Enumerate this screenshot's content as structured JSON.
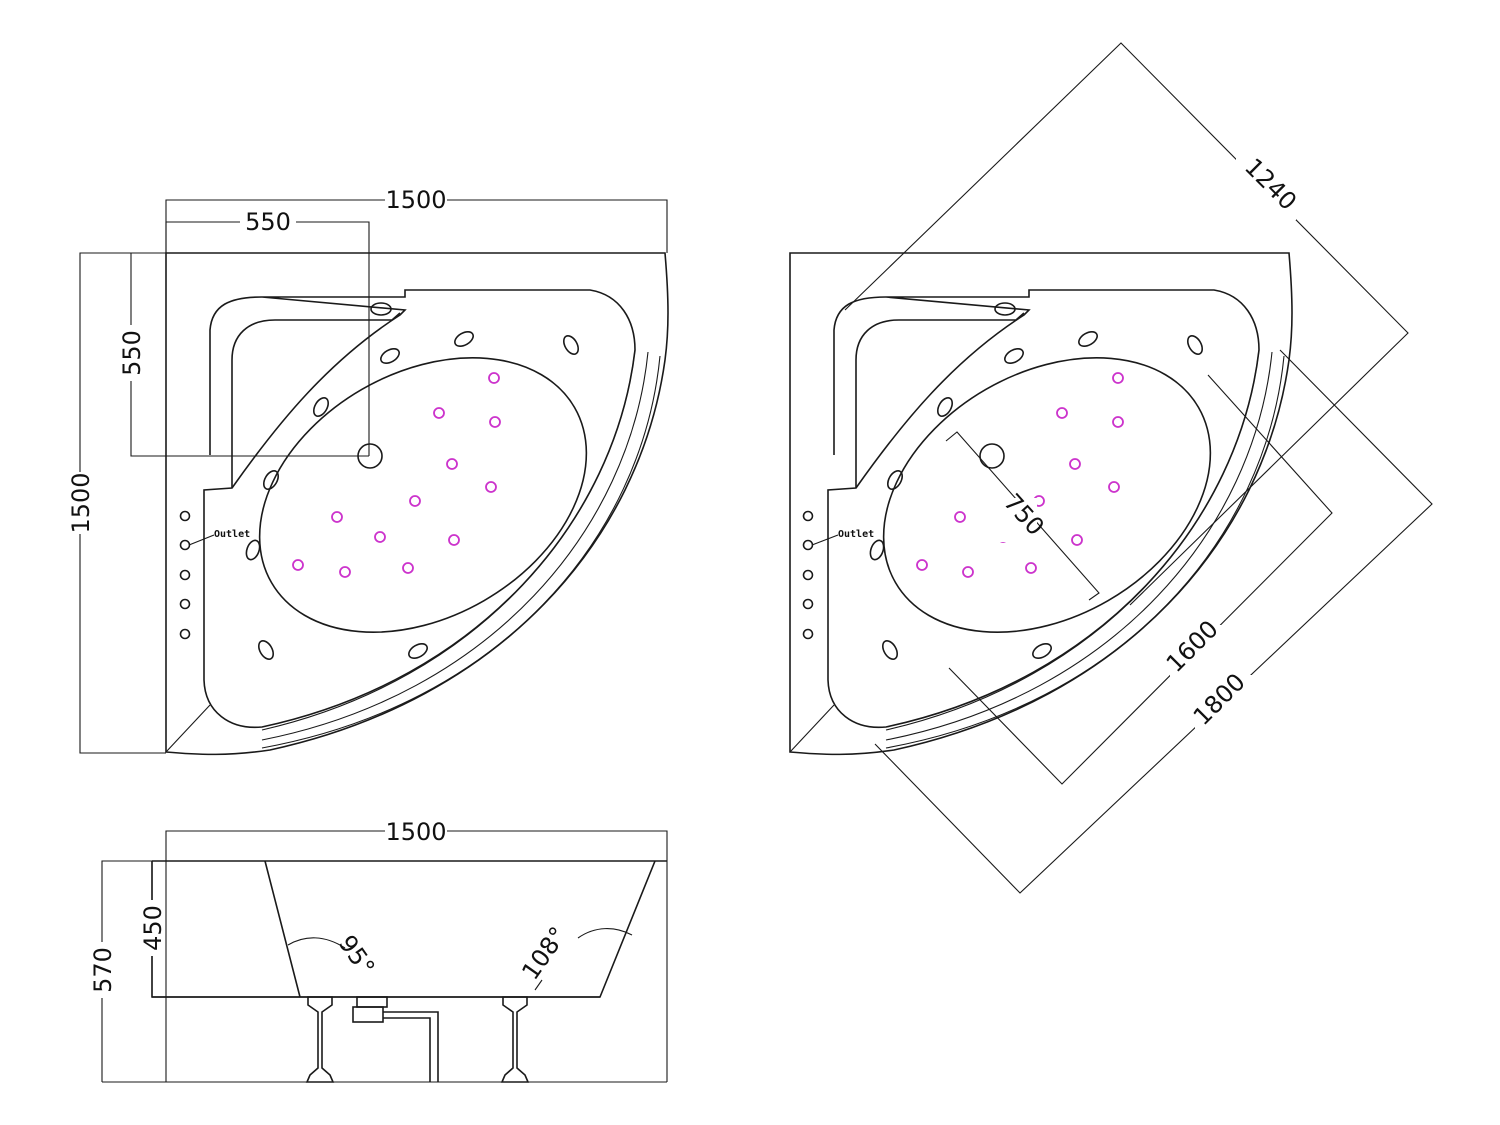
{
  "colors": {
    "line": "#1a1a1a",
    "jet": "#cc33cc",
    "background": "#ffffff"
  },
  "plan_left": {
    "dim_width": "1500",
    "dim_depth": "1500",
    "dim_seat_width": "550",
    "dim_seat_depth": "550",
    "outlet_label": "Outlet"
  },
  "plan_right": {
    "dim_diagonal_top": "1240",
    "dim_inner_length": "750",
    "dim_overall_1600": "1600",
    "dim_overall_1800": "1800",
    "outlet_label": "Outlet"
  },
  "elevation": {
    "dim_length": "1500",
    "dim_height_total": "570",
    "dim_height_tub": "450",
    "angle_left": "95°",
    "angle_right": "108°"
  }
}
